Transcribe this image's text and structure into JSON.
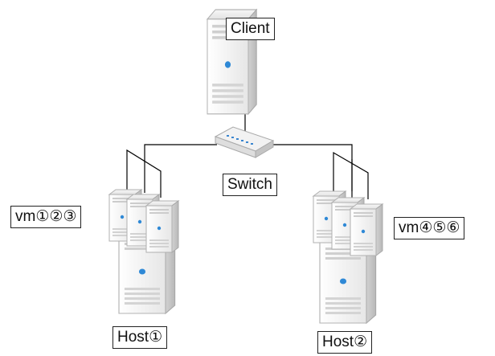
{
  "labels": {
    "client": "Client",
    "switch": "Switch",
    "vm_group_1": "vm①②③",
    "vm_group_2": "vm④⑤⑥",
    "host_1": "Host①",
    "host_2": "Host②"
  },
  "icons": {
    "server": "server-tower-icon",
    "switch": "network-switch-icon"
  },
  "colors": {
    "server_light": "#f3f3f3",
    "server_shade": "#c9c9c9",
    "server_led": "#2f89d6",
    "line": "#000000"
  }
}
